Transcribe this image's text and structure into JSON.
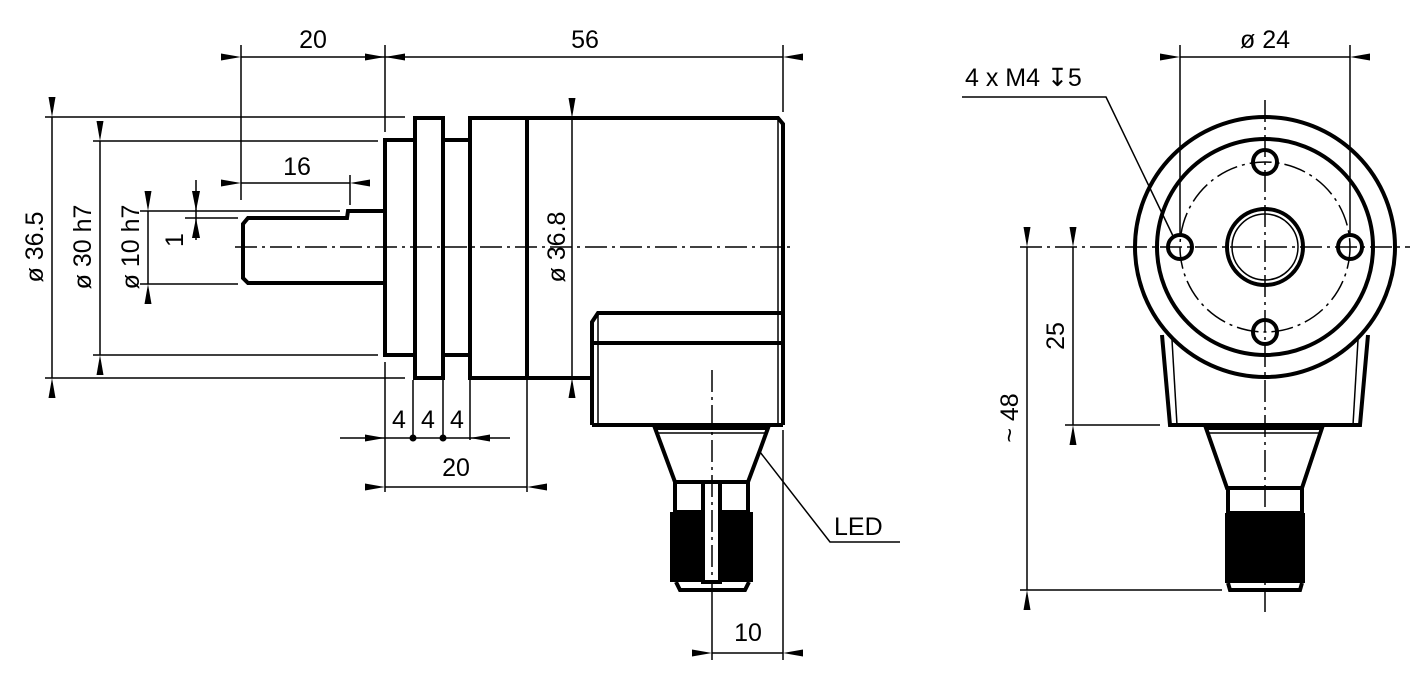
{
  "side_view": {
    "dim_shaft_length": "20",
    "dim_total_length": "56",
    "dim_shaft_usable": "16",
    "dim_diameter_outer": "ø 36.5",
    "dim_diameter_spigot": "ø 30 h7",
    "dim_diameter_shaft": "ø 10 h7",
    "dim_flat": "1",
    "dim_body_diameter": "ø 36.8",
    "dim_flange_1": "4",
    "dim_flange_2": "4",
    "dim_flange_3": "4",
    "dim_flange_total": "20",
    "dim_connector_offset": "10",
    "led_label": "LED"
  },
  "front_view": {
    "dim_bolt_circle": "ø 24",
    "thread_callout": "4 x M4 ↧5",
    "dim_center_height": "25",
    "dim_total_height": "~ 48"
  },
  "colors": {
    "line": "#000000",
    "background": "#ffffff"
  }
}
